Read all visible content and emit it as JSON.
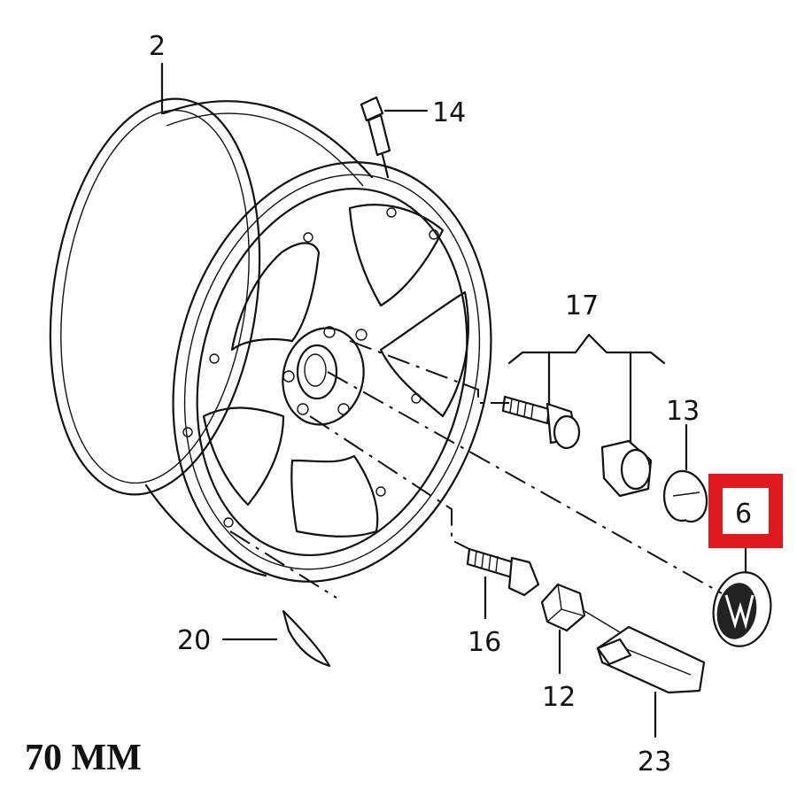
{
  "callouts": {
    "rim": "2",
    "valve": "14",
    "bolt_set": "17",
    "cap_13": "13",
    "center_cap": "6",
    "sticker": "20",
    "bolt_16": "16",
    "nut_12": "12",
    "wrench": "23"
  },
  "footer_text": "70 MM",
  "colors": {
    "highlight": "#e0191c",
    "line": "#111111"
  }
}
